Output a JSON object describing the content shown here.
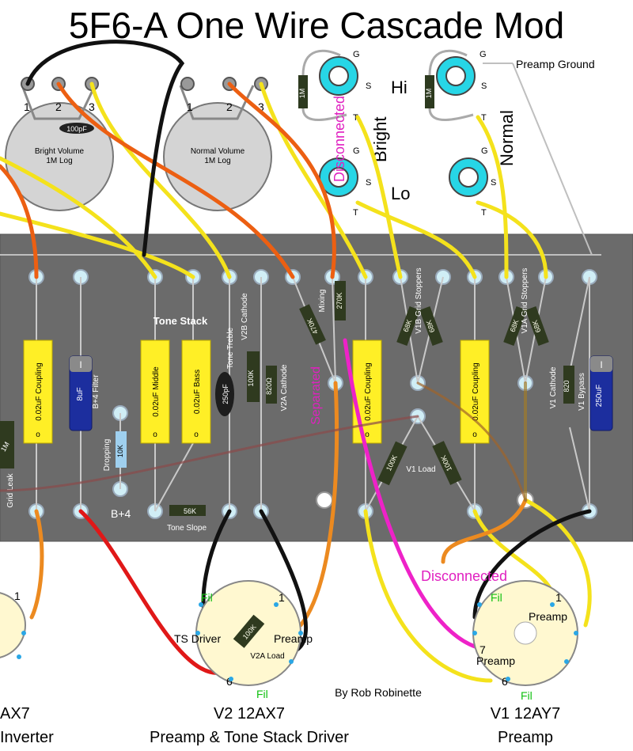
{
  "title": "5F6-A One Wire Cascade Mod",
  "author": "By Rob Robinette",
  "pots": {
    "bright_volume": "Bright Volume\n1M Log",
    "normal_volume": "Normal Volume\n1M Log",
    "cap": "100pF",
    "pins": [
      "1",
      "2",
      "3"
    ]
  },
  "jacks": {
    "pins": [
      "G",
      "S",
      "T"
    ],
    "hi": "Hi",
    "lo": "Lo",
    "bright": "Bright",
    "normal": "Normal",
    "resistor": "1M",
    "preamp_ground": "Preamp Ground",
    "disconnected": "Disconnected"
  },
  "board": {
    "tone_stack": "Tone Stack",
    "coupling": "0.02uF  Coupling",
    "cap_mark": "o",
    "middle": "0.02uF   Middle",
    "bass": "0.02uF   Bass",
    "filter": "8uF",
    "filter_label": "B+4 Filter",
    "dropping": "Dropping",
    "dropping_value": "10K",
    "b4": "B+4",
    "tone_treble": "Tone Treble",
    "treble_cap": "250pF",
    "v2b_cathode": "V2B Cathode",
    "v2b_cathode_value": "100K",
    "v2a_cathode": "V2A Cathode",
    "v2a_cathode_value": "820Ω",
    "mixing": "Mixing",
    "r470": "470K",
    "r270": "270K",
    "separated": "Separated",
    "v1b_grid": "V1B Grid Stoppers",
    "v1a_grid": "V1A Grid Stoppers",
    "r68": "68K",
    "v1_load": "V1 Load",
    "r100": "100K",
    "v1_cathode": "V1 Cathode",
    "v1_cathode_value": "820",
    "v1_bypass": "V1 Bypass",
    "bypass_value": "250uF",
    "minus": "I",
    "tone_slope": "Tone Slope",
    "tone_slope_value": "56K",
    "grid_leak": "Grid Leak",
    "grid_leak_value": "1M"
  },
  "tubes": {
    "fil": "Fil",
    "pin1": "1",
    "pin6": "6",
    "pin7": "7",
    "ts_driver": "TS Driver",
    "preamp": "Preamp",
    "v2a_load": "V2A Load",
    "v2a_load_value": "100K",
    "disconnected": "Disconnected",
    "pi_name": "AX7",
    "pi_desc": "Inverter",
    "v2_name": "V2  12AX7",
    "v2_desc": "Preamp & Tone Stack Driver",
    "v1_name": "V1  12AY7",
    "v1_desc": "Preamp"
  }
}
